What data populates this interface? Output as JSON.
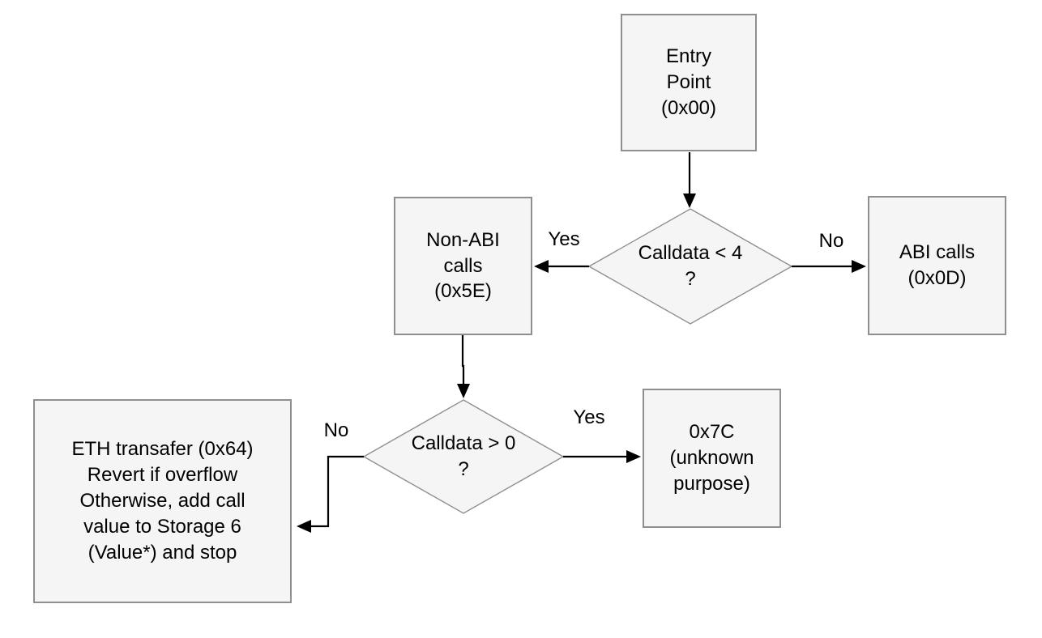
{
  "flowchart": {
    "background_color": "#ffffff",
    "node_fill_color": "#f5f5f5",
    "node_border_color": "#8f8f8f",
    "connector_color": "#000000",
    "text_color": "#000000",
    "nodes": {
      "entry_point": {
        "label": "Entry\nPoint\n(0x00)"
      },
      "decision_calldata_lt4": {
        "label": "Calldata < 4\n?"
      },
      "non_abi_calls": {
        "label": "Non-ABI\ncalls\n(0x5E)"
      },
      "abi_calls": {
        "label": "ABI calls\n(0x0D)"
      },
      "decision_calldata_gt0": {
        "label": "Calldata > 0\n?"
      },
      "unknown_0x7c": {
        "label": "0x7C\n(unknown\npurpose)"
      },
      "eth_transfer": {
        "label": "ETH transafer (0x64)\nRevert if overflow\nOtherwise, add call\nvalue to Storage 6\n(Value*) and stop"
      }
    },
    "edge_labels": {
      "calldata_lt4_yes": "Yes",
      "calldata_lt4_no": "No",
      "calldata_gt0_yes": "Yes",
      "calldata_gt0_no": "No"
    }
  }
}
